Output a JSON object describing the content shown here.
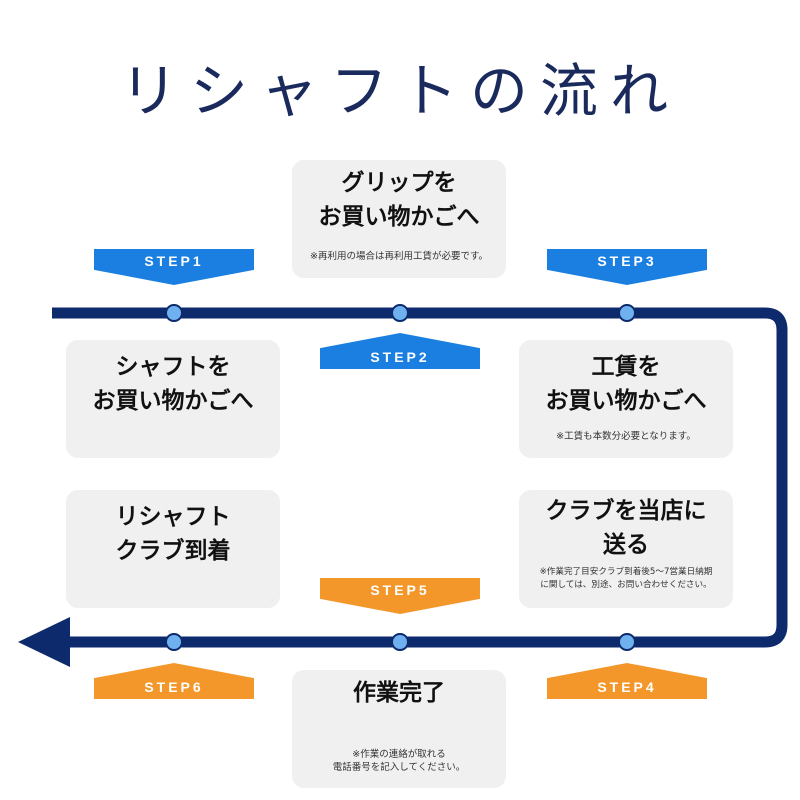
{
  "title": "リシャフトの流れ",
  "colors": {
    "navy": "#0c2a6c",
    "blue": "#1a7fe0",
    "orange": "#f4972a",
    "dot": "#6fb1ee",
    "card": "#f0f0f0"
  },
  "steps": [
    "STEP1",
    "STEP2",
    "STEP3",
    "STEP4",
    "STEP5",
    "STEP6"
  ],
  "cards": {
    "grip": {
      "head": "グリップを\nお買い物かごへ",
      "note": "※再利用の場合は再利用工賃が必要です。"
    },
    "shaft": {
      "head": "シャフトを\nお買い物かごへ"
    },
    "labor": {
      "head": "工賃を\nお買い物かごへ",
      "note": "※工賃も本数分必要となります。"
    },
    "ship": {
      "head": "クラブを当店に\n送る",
      "note": "※作業完了目安クラブ到着後5～7営業日納期\nに関しては、別途、お問い合わせください。"
    },
    "complete": {
      "head": "作業完了",
      "note": "※作業の連絡が取れる\n電話番号を記入してください。"
    },
    "return": {
      "head": "リシャフト\nクラブ到着"
    }
  }
}
